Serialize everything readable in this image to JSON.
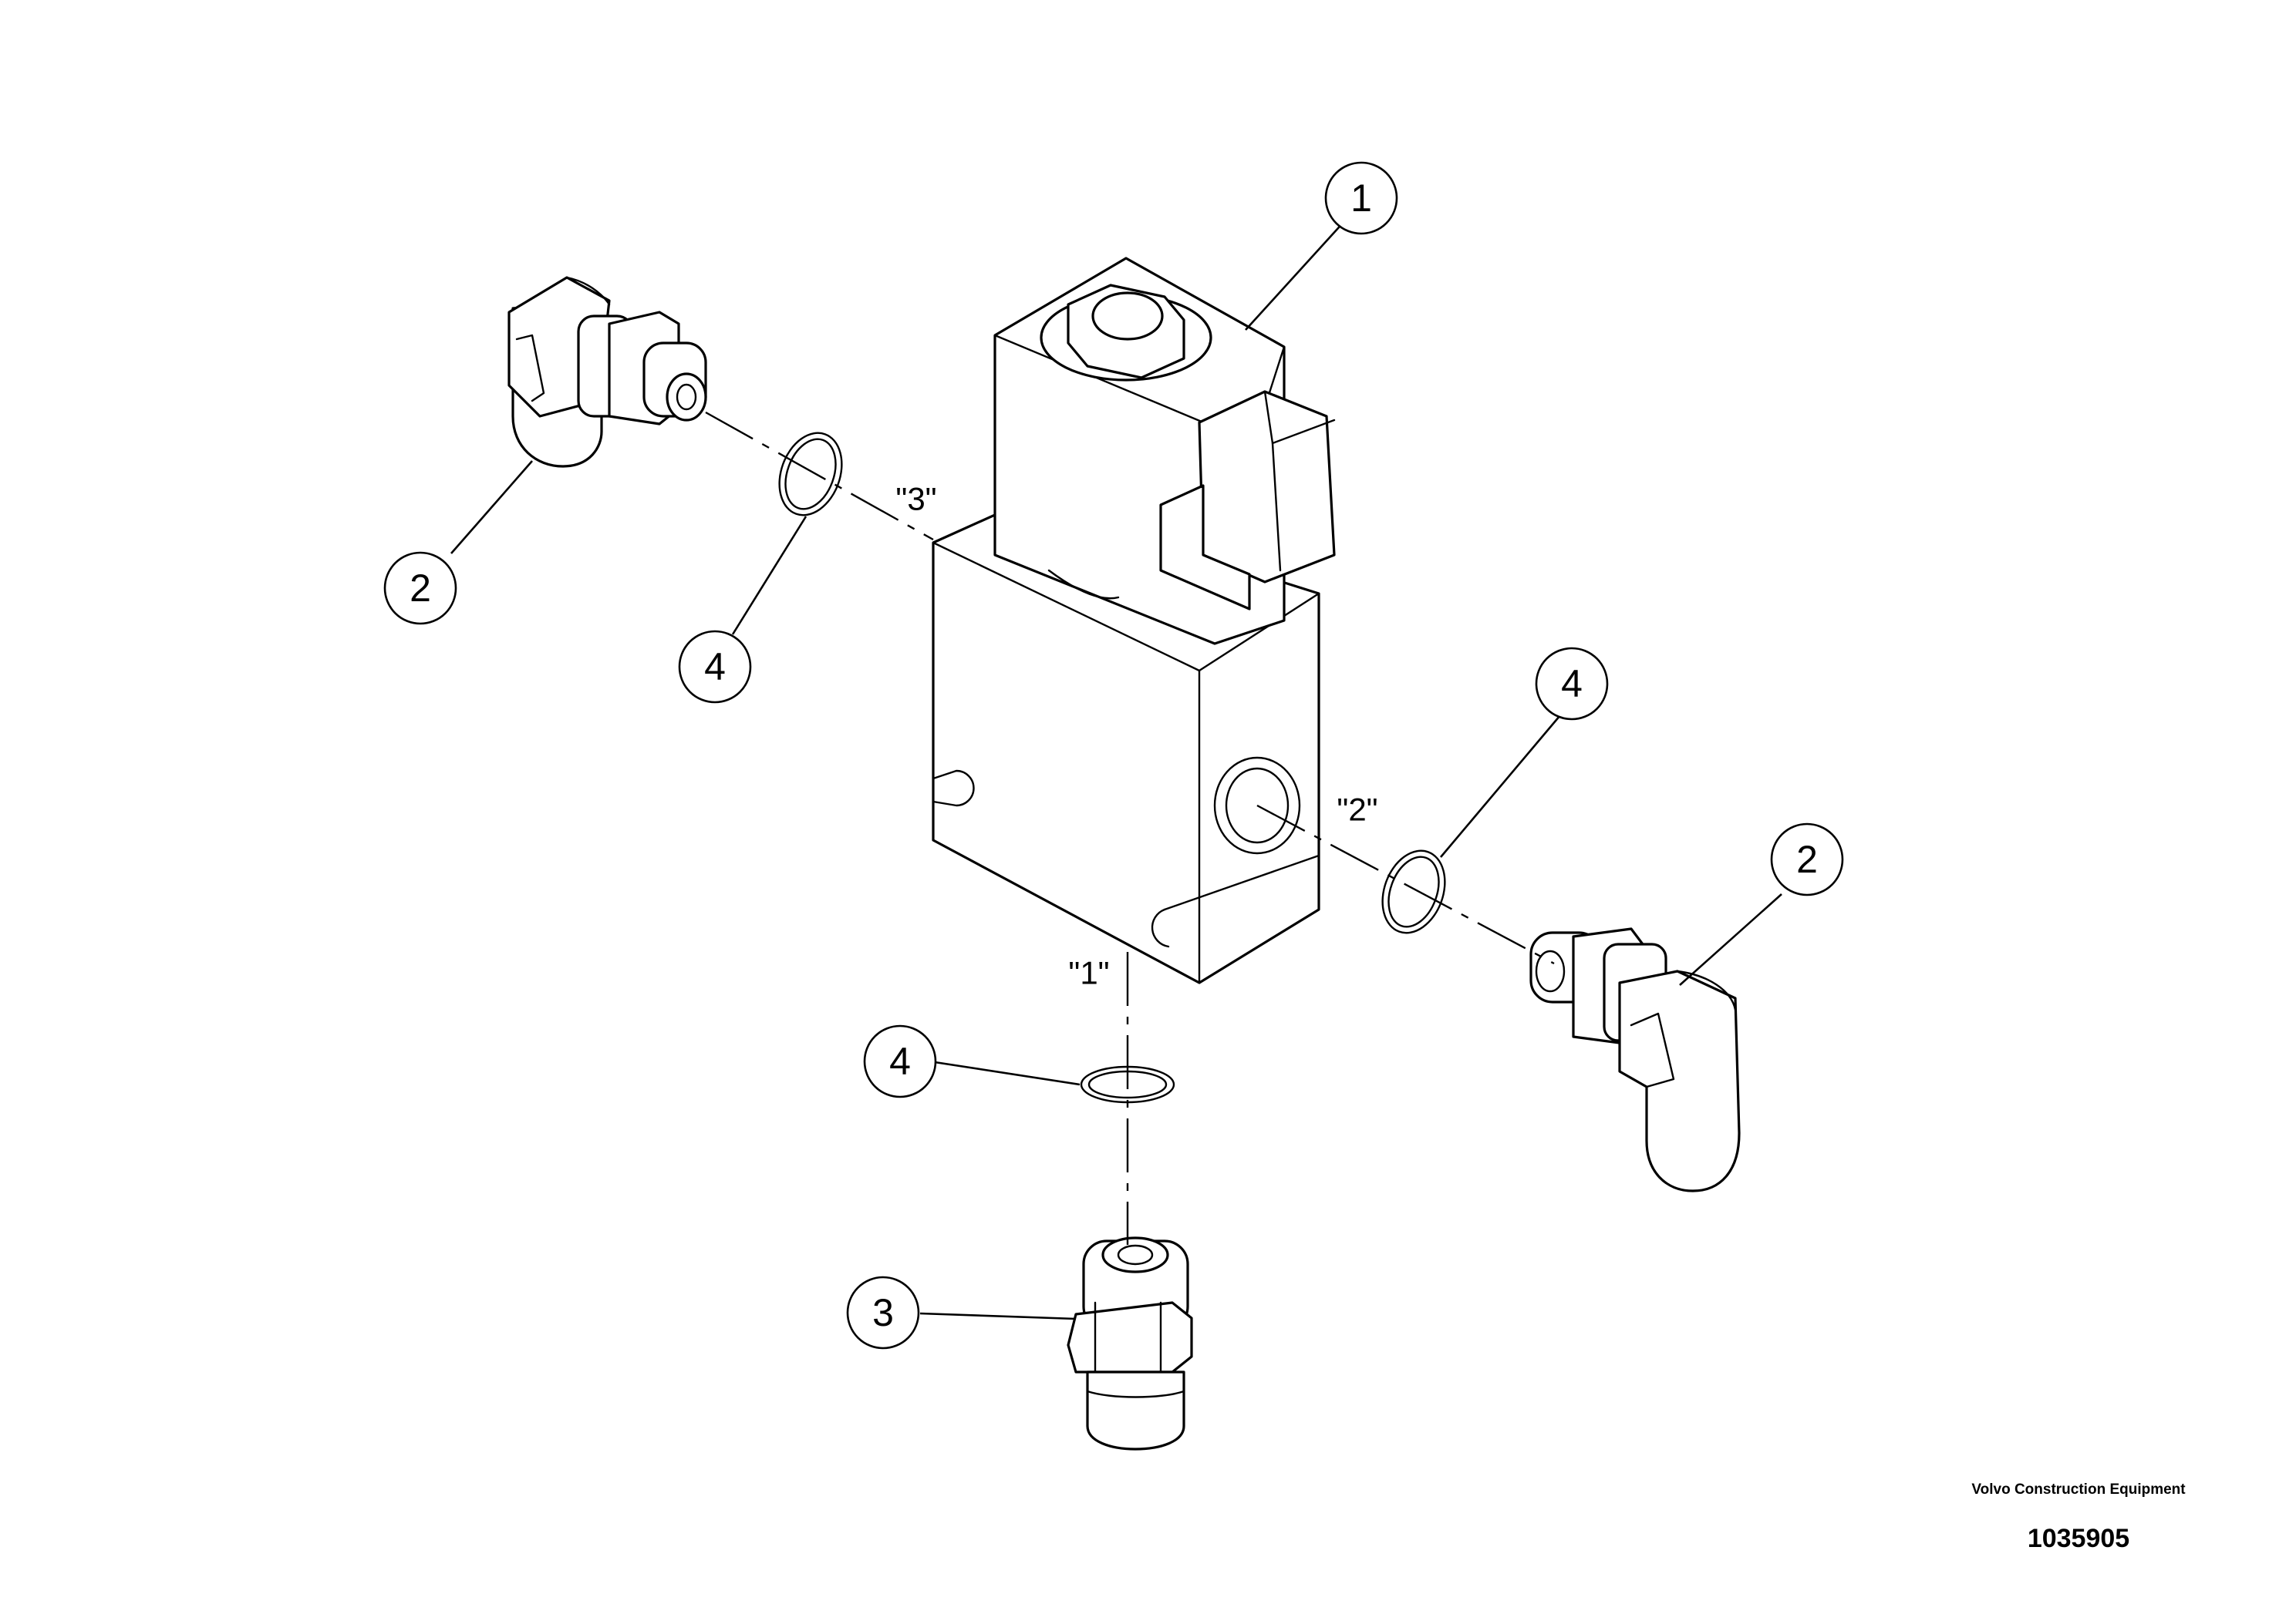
{
  "diagram": {
    "callouts": {
      "c1": "1",
      "c2a": "2",
      "c2b": "2",
      "c3": "3",
      "c4a": "4",
      "c4b": "4",
      "c4c": "4"
    },
    "ports": {
      "p1": "\"1\"",
      "p2": "\"2\"",
      "p3": "\"3\""
    }
  },
  "footer": {
    "manufacturer": "Volvo Construction Equipment",
    "document_number": "1035905"
  }
}
